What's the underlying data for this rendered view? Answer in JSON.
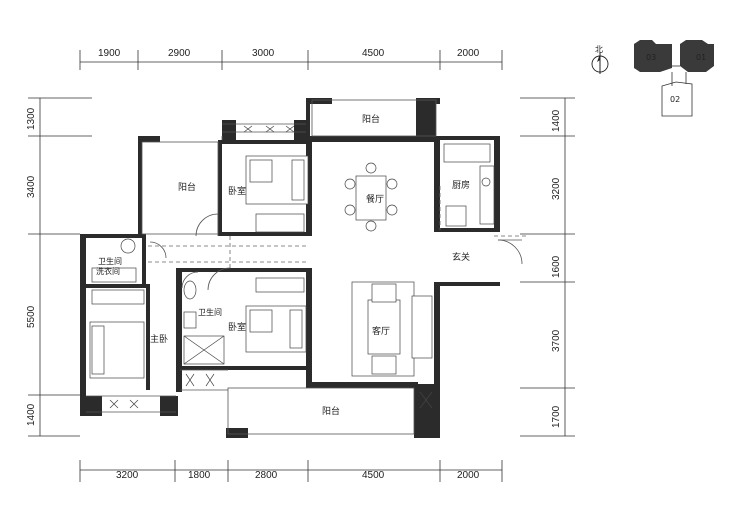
{
  "dimensions": {
    "top": [
      "1900",
      "2900",
      "3000",
      "4500",
      "2000"
    ],
    "bottom": [
      "3200",
      "1800",
      "2800",
      "4500",
      "2000"
    ],
    "left": [
      "1300",
      "3400",
      "5500",
      "1400"
    ],
    "right": [
      "1400",
      "3200",
      "1600",
      "3700",
      "1700"
    ]
  },
  "rooms": {
    "balcony_top": "阳台",
    "balcony_left": "阳台",
    "bedroom_north": "卧室",
    "dining": "餐厅",
    "kitchen": "厨房",
    "entrance": "玄关",
    "bathroom_1": "卫生间",
    "laundry": "洗衣间",
    "bathroom_2": "卫生间",
    "bedroom_south": "卧室",
    "living": "客厅",
    "master_bedroom": "主卧",
    "balcony_bottom": "阳台"
  },
  "key_plan": {
    "units": [
      "03",
      "01",
      "02"
    ],
    "north_label": "北"
  },
  "colors": {
    "wall": "#2b2b2b",
    "keyplan_fill": "#3a3a3a"
  }
}
